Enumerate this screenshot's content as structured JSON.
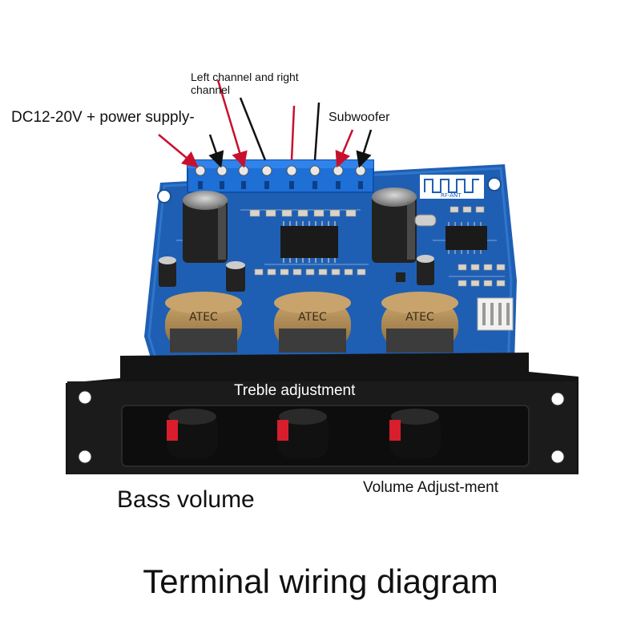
{
  "labels": {
    "left_right_channel": "Left channel and right channel",
    "power_supply": "DC12-20V + power supply-",
    "subwoofer": "Subwoofer",
    "treble": "Treble adjustment",
    "bass": "Bass volume",
    "volume": "Volume Adjust-ment",
    "title": "Terminal wiring diagram"
  },
  "board_marks": {
    "knob_brand": "ATEC",
    "antenna": "RF-ANT"
  },
  "colors": {
    "pcb_blue": "#1f5fb3",
    "terminal_blue": "#1e6fd6",
    "bezel_black": "#141414",
    "knob_red": "#d81e2c",
    "pot_tan": "#b08a52",
    "arrow_red": "#c8102e",
    "arrow_black": "#111111"
  },
  "icons": [
    "screw-terminal-icon",
    "capacitor-icon",
    "chip-icon",
    "arrow-icon",
    "potentiometer-icon",
    "knob-icon",
    "mounting-hole-icon"
  ]
}
